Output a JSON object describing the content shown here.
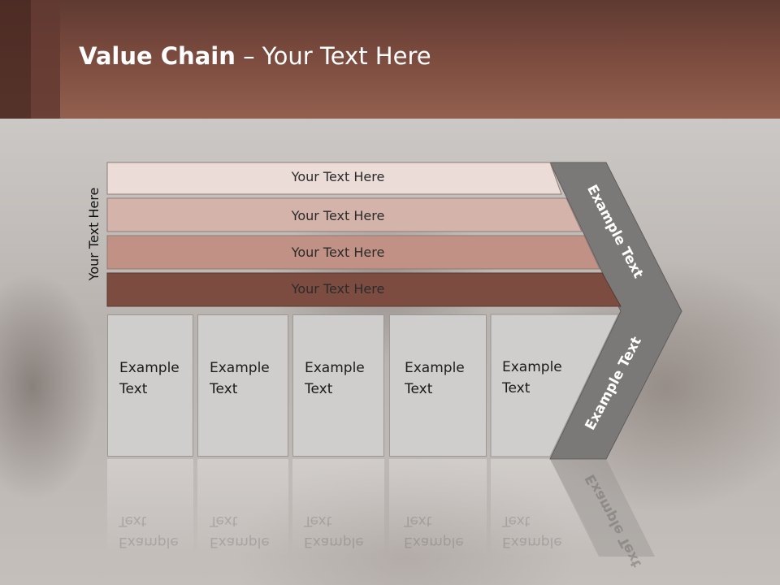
{
  "title": {
    "bold": "Value Chain",
    "rest": " – Your Text Here"
  },
  "side_label": "Your Text Here",
  "support_bars": [
    {
      "label": "Your Text Here",
      "color": "#ecdcd8"
    },
    {
      "label": "Your Text Here",
      "color": "#d4b3aa"
    },
    {
      "label": "Your Text Here",
      "color": "#c09184"
    },
    {
      "label": "Your Text Here",
      "color": "#7c4c41"
    }
  ],
  "primary_boxes": [
    {
      "line1": "Example",
      "line2": "Text"
    },
    {
      "line1": "Example",
      "line2": "Text"
    },
    {
      "line1": "Example",
      "line2": "Text"
    },
    {
      "line1": "Example",
      "line2": "Text"
    },
    {
      "line1": "Example",
      "line2": "Text"
    }
  ],
  "chevron": {
    "top_label": "Example Text",
    "bottom_label": "Example Text",
    "color": "#7b7978"
  },
  "colors": {
    "header": "#7a4a3e",
    "box": "#cfcecd"
  }
}
